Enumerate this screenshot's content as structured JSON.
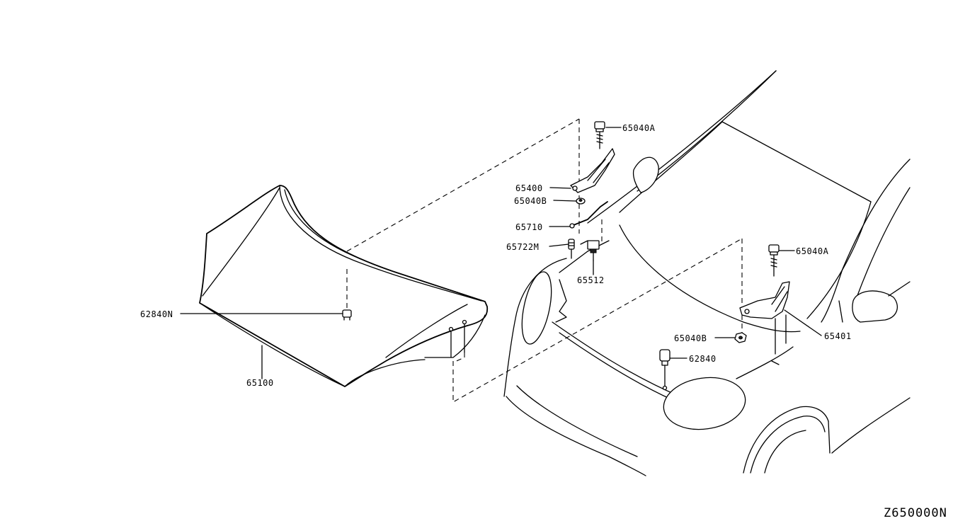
{
  "diagram_code": "Z650000N",
  "callouts": [
    {
      "id": "65040A-upper",
      "text": "65040A"
    },
    {
      "id": "65400",
      "text": "65400"
    },
    {
      "id": "65040B-upper",
      "text": "65040B"
    },
    {
      "id": "65710",
      "text": "65710"
    },
    {
      "id": "65722M",
      "text": "65722M"
    },
    {
      "id": "65512",
      "text": "65512"
    },
    {
      "id": "62840N",
      "text": "62840N"
    },
    {
      "id": "65100",
      "text": "65100"
    },
    {
      "id": "65040A-lower",
      "text": "65040A"
    },
    {
      "id": "65401",
      "text": "65401"
    },
    {
      "id": "65040B-lower",
      "text": "65040B"
    },
    {
      "id": "62840",
      "text": "62840"
    }
  ]
}
